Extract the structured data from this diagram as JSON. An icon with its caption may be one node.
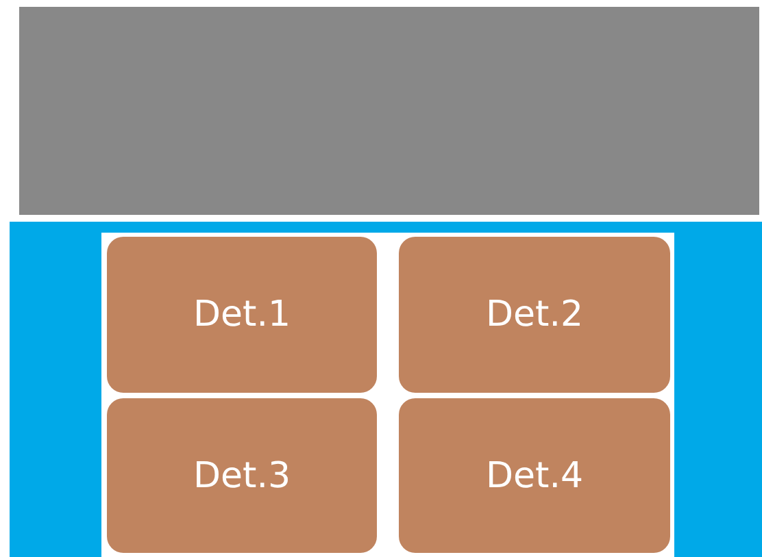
{
  "diagram": {
    "nodes": [
      {
        "text": [],
        "shape": "box"
      },
      {
        "text": [],
        "shape": "box"
      },
      {
        "text": [],
        "shape": "box",
        "in": 1
      },
      {
        "text": [
          "Det.1"
        ],
        "in": 2
      },
      {
        "text": [
          "Det.2"
        ],
        "in": 2
      },
      {
        "text": [
          "Det.3"
        ],
        "in": 2
      },
      {
        "text": [
          "Det.4"
        ],
        "in": 2
      }
    ]
  }
}
